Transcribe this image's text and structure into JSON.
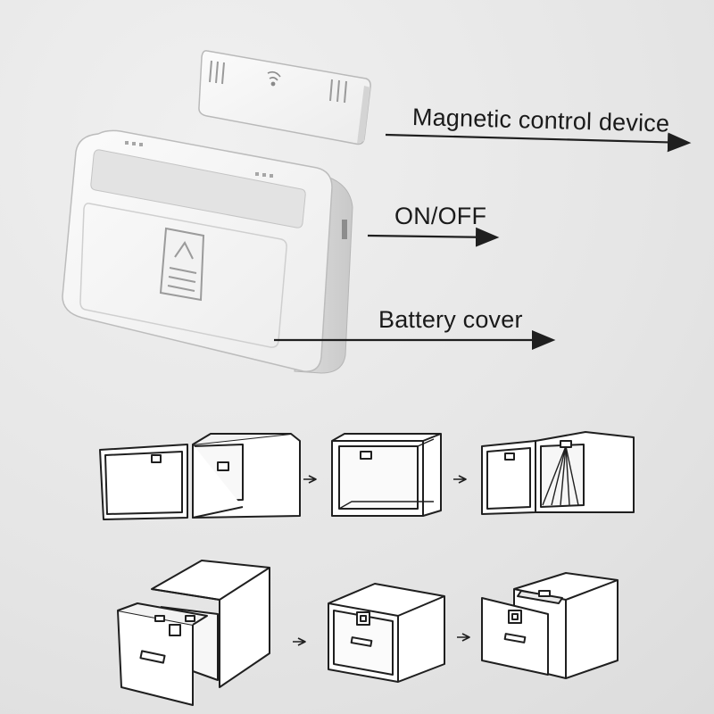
{
  "labels": {
    "magnetic_control_device": "Magnetic control device",
    "on_off": "ON/OFF",
    "battery_cover": "Battery cover"
  },
  "colors": {
    "background": "#e6e6e6",
    "device_fill": "#f7f7f7",
    "device_shadow": "#d8d8d8",
    "line": "#1f1f1f"
  },
  "steps": {
    "door_sequence": [
      "door-open-mounting",
      "door-closed-box",
      "door-open-sensor-triggered"
    ],
    "drawer_sequence": [
      "drawer-open-mounting",
      "drawer-closed-box",
      "drawer-open-sensor-triggered"
    ]
  }
}
